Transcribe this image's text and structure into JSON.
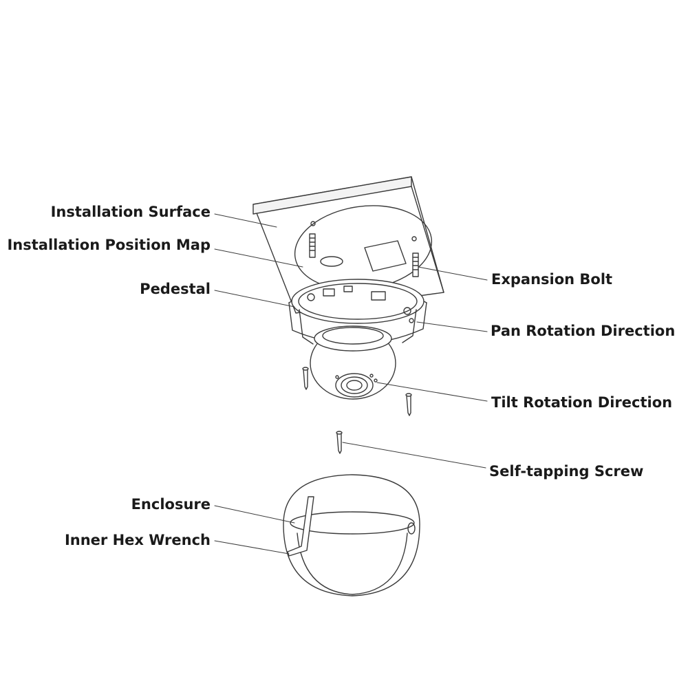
{
  "labels": {
    "installation_surface": "Installation Surface",
    "installation_position_map": "Installation Position Map",
    "pedestal": "Pedestal",
    "expansion_bolt": "Expansion Bolt",
    "pan_rotation_direction": "Pan Rotation Direction",
    "tilt_rotation_direction": "Tilt Rotation Direction",
    "self_tapping_screw": "Self-tapping Screw",
    "enclosure": "Enclosure",
    "inner_hex_wrench": "Inner Hex Wrench"
  },
  "colors": {
    "line": "#3a3a3a",
    "text": "#1a1a1a",
    "background": "#ffffff"
  }
}
